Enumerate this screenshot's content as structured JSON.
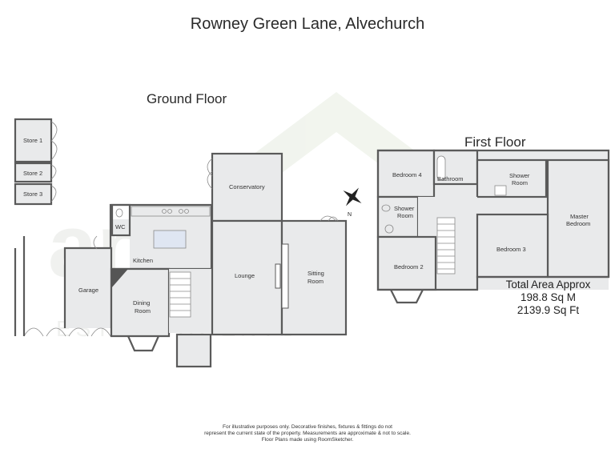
{
  "title": "Rowney Green Lane, Alvechurch",
  "ground_floor": {
    "label": "Ground Floor",
    "rooms": {
      "store1": "Store 1",
      "store2": "Store 2",
      "store3": "Store 3",
      "conservatory": "Conservatory",
      "wc": "WC",
      "kitchen": "Kitchen",
      "garage": "Garage",
      "dining_line1": "Dining",
      "dining_line2": "Room",
      "lounge": "Lounge",
      "sitting_line1": "Sitting",
      "sitting_line2": "Room"
    }
  },
  "first_floor": {
    "label": "First Floor",
    "rooms": {
      "bedroom4": "Bedroom 4",
      "bathroom": "Bathroom",
      "shower1_line1": "Shower",
      "shower1_line2": "Room",
      "shower2_line1": "Shower",
      "shower2_line2": "Room",
      "master_line1": "Master",
      "master_line2": "Bedroom",
      "bedroom3": "Bedroom 3",
      "bedroom2": "Bedroom 2"
    }
  },
  "total_area": {
    "heading": "Total Area Approx",
    "sq_m": "198.8 Sq M",
    "sq_ft": "2139.9 Sq Ft"
  },
  "disclaimer": {
    "line1": "For illustrative purposes only. Decorative finishes, fixtures & fittings do not",
    "line2": "represent the current state of the property. Measurements are approximate & not to scale.",
    "line3": "Floor Plans made using RoomSketcher."
  },
  "watermark_text": "arden ESTATE AGENTS",
  "colors": {
    "floor": "#e9eaeb",
    "wall": "#5a5a5a",
    "watermark": "#c9d0c4"
  }
}
